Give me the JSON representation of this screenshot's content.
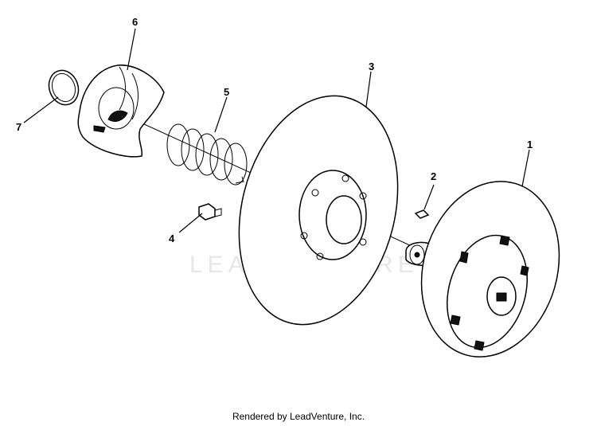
{
  "watermark": "LEADVENTURE",
  "footer": "Rendered by LeadVenture, Inc.",
  "callouts": {
    "c1": "1",
    "c2": "2",
    "c3": "3",
    "c4": "4",
    "c5": "5",
    "c6": "6",
    "c7": "7"
  },
  "parts": [
    {
      "callout": "1",
      "icon": "driven-sheave-icon"
    },
    {
      "callout": "2",
      "icon": "key-icon"
    },
    {
      "callout": "3",
      "icon": "movable-sheave-icon"
    },
    {
      "callout": "4",
      "icon": "button-icon"
    },
    {
      "callout": "5",
      "icon": "spring-icon"
    },
    {
      "callout": "6",
      "icon": "cam-icon"
    },
    {
      "callout": "7",
      "icon": "snap-ring-icon"
    }
  ]
}
